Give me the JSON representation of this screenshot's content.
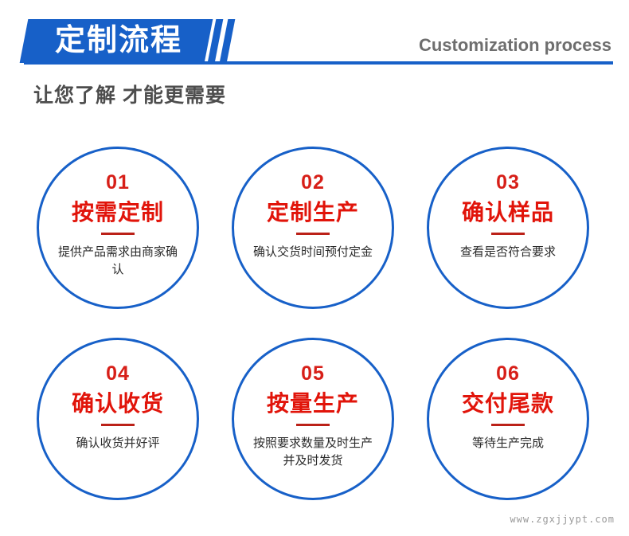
{
  "header": {
    "banner_title": "定制流程",
    "english_title": "Customization process",
    "subtitle": "让您了解  才能更需要",
    "accent_blue": "#1760c8",
    "accent_red": "#e1140a",
    "gray": "#6e6e6e"
  },
  "steps": [
    {
      "number": "01",
      "title": "按需定制",
      "desc": "提供产品需求由商家确认"
    },
    {
      "number": "02",
      "title": "定制生产",
      "desc": "确认交货时间预付定金"
    },
    {
      "number": "03",
      "title": "确认样品",
      "desc": "查看是否符合要求"
    },
    {
      "number": "04",
      "title": "确认收货",
      "desc": "确认收货并好评"
    },
    {
      "number": "05",
      "title": "按量生产",
      "desc": "按照要求数量及时生产并及时发货"
    },
    {
      "number": "06",
      "title": "交付尾款",
      "desc": "等待生产完成"
    }
  ],
  "footer": {
    "watermark": "www.zgxjjypt.com"
  }
}
